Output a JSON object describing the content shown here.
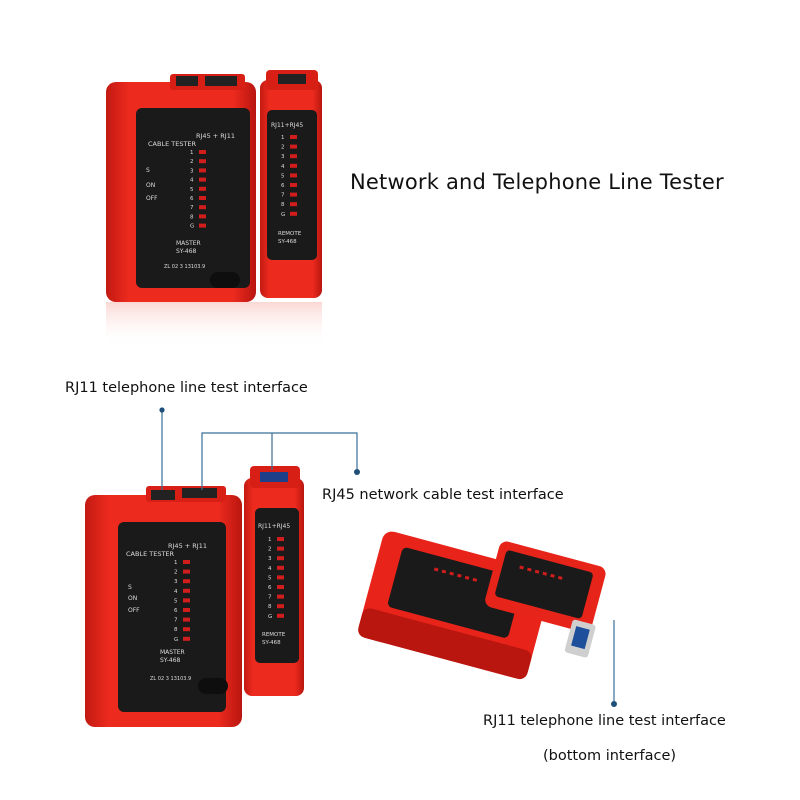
{
  "title": "Network and Telephone Line Tester",
  "labels": {
    "rj11_top": "RJ11 telephone line test interface",
    "rj45": "RJ45 network cable test interface",
    "rj11_bottom": "RJ11 telephone line test interface",
    "bottom_paren": "(bottom interface)"
  },
  "device": {
    "master_header": "CABLE TESTER",
    "ports_header": "RJ45 + RJ11",
    "switch_s": "S",
    "switch_on": "ON",
    "switch_off": "OFF",
    "leds_master": [
      "1",
      "2",
      "3",
      "4",
      "5",
      "6",
      "7",
      "8",
      "G"
    ],
    "master_model_1": "MASTER",
    "master_model_2": "SY-468",
    "serial": "ZL 02 3 13103.9",
    "remote_header": "RJ11+RJ45",
    "leds_remote": [
      "1",
      "2",
      "3",
      "4",
      "5",
      "6",
      "7",
      "8",
      "G"
    ],
    "remote_model_1": "REMOTE",
    "remote_model_2": "SY-468"
  },
  "colors": {
    "body_red": "#e8241a",
    "body_dark": "#b8160f",
    "panel": "#1a1a1a",
    "led": "#d21d1d",
    "callout_line": "#3b6f96",
    "callout_dot": "#1f4f78"
  }
}
